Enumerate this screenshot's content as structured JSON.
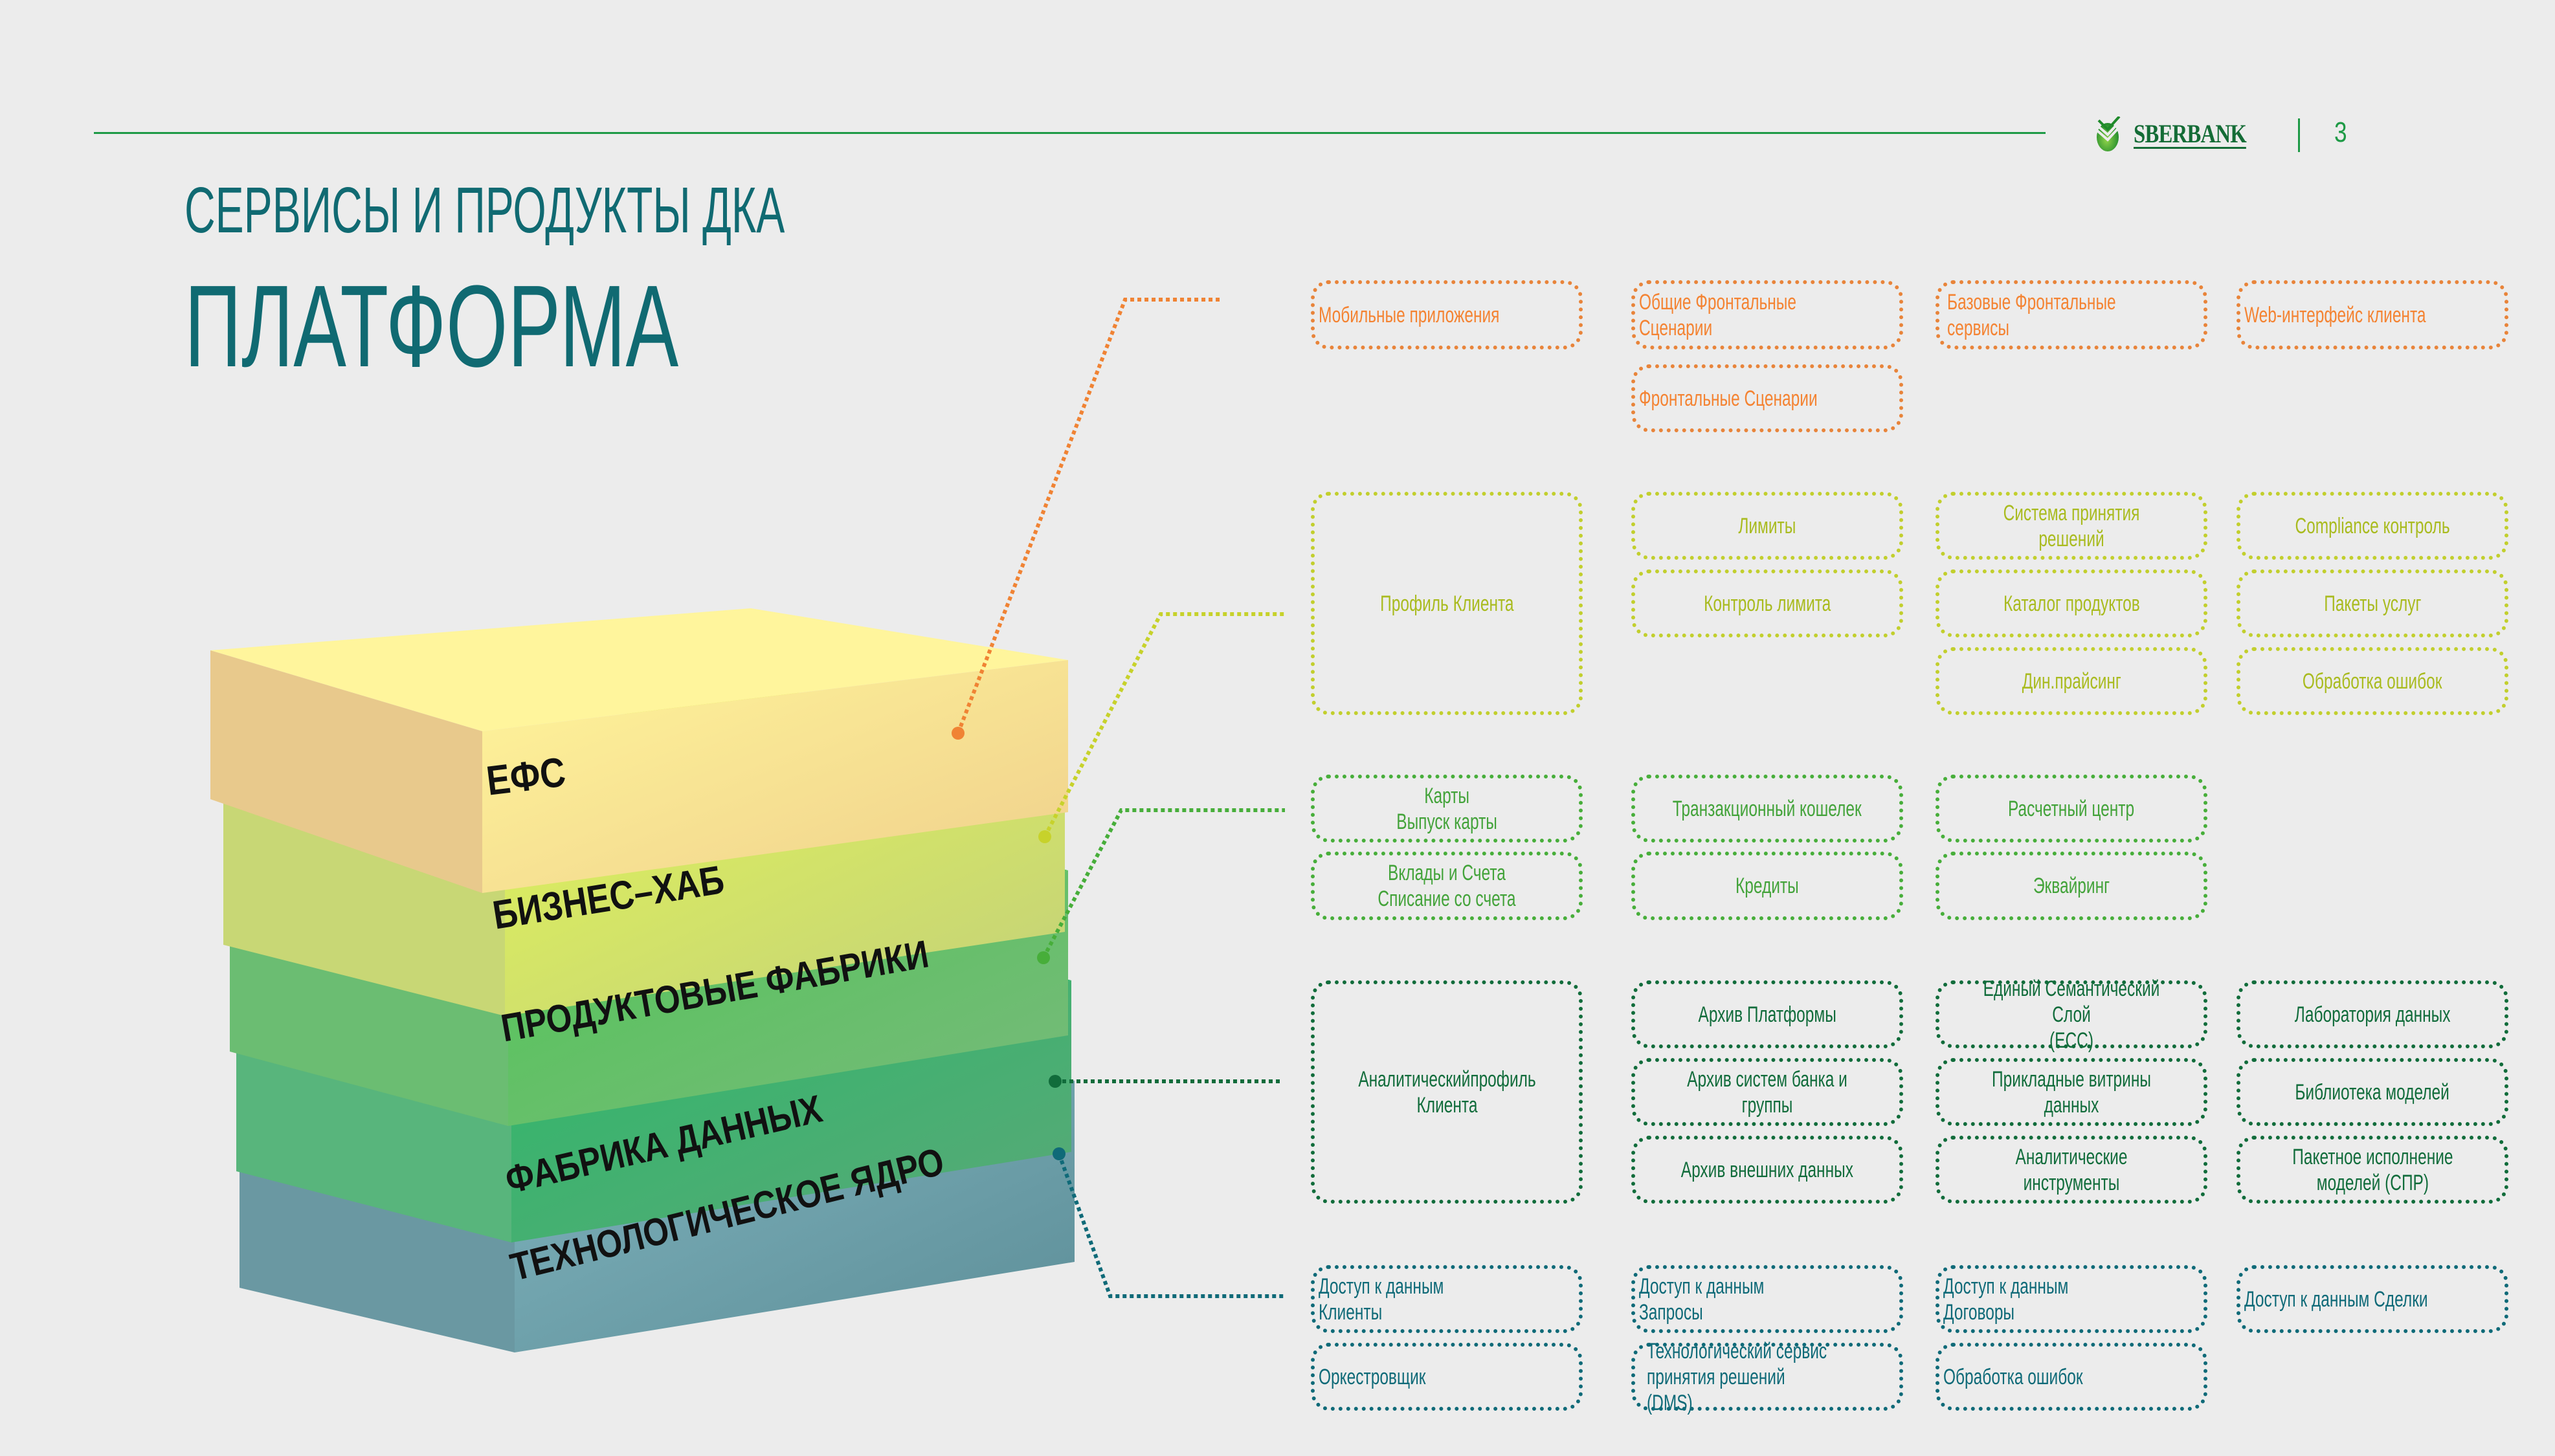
{
  "header": {
    "logo_text": "SBERBANK",
    "page_number": "3",
    "subtitle": "СЕРВИСЫ И ПРОДУКТЫ ДКА",
    "title": "ПЛАТФОРМА"
  },
  "colors": {
    "accent": "#1e9a46",
    "title": "#106a72",
    "efs": "#f48332",
    "business_hub": "#c2cf2d",
    "product_factories": "#47ae3a",
    "data_factory": "#116c3b",
    "tech_core": "#0f6a78"
  },
  "layers": [
    {
      "label": "ЕФС",
      "color": "#f5d48f"
    },
    {
      "label": "БИЗНЕС–ХАБ",
      "color": "#d8e86a"
    },
    {
      "label": "ПРОДУКТОВЫЕ ФАБРИКИ",
      "color": "#6bc96f"
    },
    {
      "label": "ФАБРИКА ДАННЫХ",
      "color": "#4cb674"
    },
    {
      "label": "ТЕХНОЛОГИЧЕСКОЕ ЯДРО",
      "color": "#6a9ca4"
    }
  ],
  "groups": {
    "efs": {
      "items": [
        "Мобильные приложения",
        "Общие Фронтальные Сценарии",
        "Базовые Фронтальные\nсервисы",
        "Web-интерфейс клиента",
        "Фронтальные Сценарии"
      ]
    },
    "business_hub": {
      "items": [
        "Профиль Клиента",
        "Лимиты",
        "Система принятия решений",
        "Compliance контроль",
        "Контроль лимита",
        "Каталог продуктов",
        "Пакеты услуг",
        "Дин.прайсинг",
        "Обработка ошибок"
      ]
    },
    "product_factories": {
      "items": [
        "Карты\nВыпуск карты",
        "Транзакционный кошелек",
        "Расчетный центр",
        "Вклады и Счета\nСписание со счета",
        "Кредиты",
        "Эквайринг"
      ]
    },
    "data_factory": {
      "items": [
        "Аналитическийпрофиль\nКлиента",
        "Архив Платформы",
        "Единый Семантический Слой\n(ЕСС)",
        "Лаборатория данных",
        "Архив систем банка и группы",
        "Прикладные витрины данных",
        "Библиотека моделей",
        "Архив внешних данных",
        "Аналитические инструменты",
        "Пакетное исполнение\nмоделей (СПР)"
      ]
    },
    "tech_core": {
      "items": [
        "Доступ к данным Клиенты",
        "Доступ к данным Запросы",
        "Доступ к данным Договоры",
        "Доступ к данным Сделки",
        "Оркестровщик",
        "Технологический сервис\nпринятия решений (DMS)",
        "Обработка ошибок"
      ]
    }
  }
}
